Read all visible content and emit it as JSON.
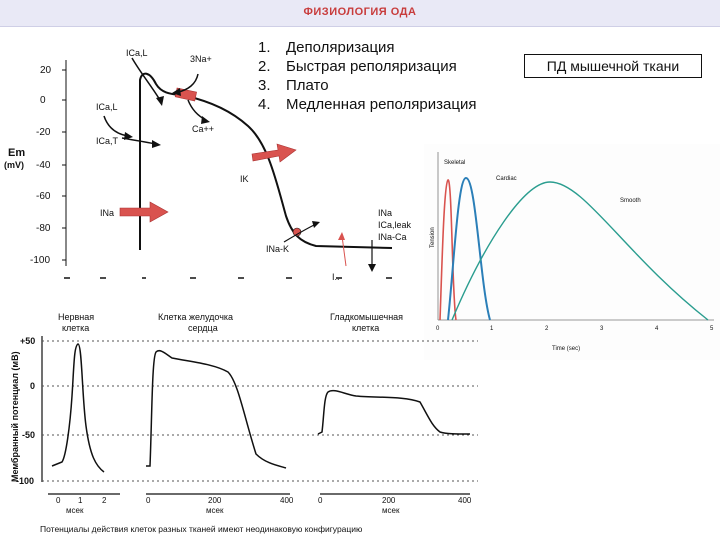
{
  "header": {
    "title": "ФИЗИОЛОГИЯ ОДА"
  },
  "phases": [
    {
      "num": "1.",
      "label": "Деполяризация"
    },
    {
      "num": "2.",
      "label": "Быстрая реполяризация"
    },
    {
      "num": "3.",
      "label": "Плато"
    },
    {
      "num": "4.",
      "label": "Медленная реполяризация"
    }
  ],
  "tag": "ПД мышечной ткани",
  "cardiac_ap": {
    "ylabel": "Em",
    "yunit": "(mV)",
    "yticks": [
      "20",
      "0",
      "-20",
      "-40",
      "-60",
      "-80",
      "-100"
    ],
    "currents": {
      "ica_l_top": "ICa,L",
      "na3": "3Na+",
      "ica_l_mid": "ICa,L",
      "ca": "Ca++",
      "ica_t": "ICa,T",
      "ik": "IK",
      "ina": "INa",
      "ina_k": "INa-K",
      "right_1": "INa",
      "right_2": "ICa,leak",
      "right_3": "INa-Ca",
      "bottom": "I.."
    }
  },
  "tension": {
    "ylabel": "Tension",
    "xlabel": "Time (sec)",
    "xticks": [
      "0",
      "1",
      "2",
      "3",
      "4",
      "5"
    ],
    "series": [
      {
        "name": "Skeletal",
        "color": "#d9534f"
      },
      {
        "name": "Cardiac",
        "color": "#2b7fb8"
      },
      {
        "name": "Smooth",
        "color": "#2a9d8f"
      }
    ]
  },
  "compare": {
    "ylabel": "Мембранный потенциал (мВ)",
    "yticks": [
      "+50",
      "0",
      "-50",
      "-100"
    ],
    "panels": [
      {
        "title1": "Нервная",
        "title2": "клетка",
        "ticks": [
          "0",
          "1",
          "2"
        ],
        "unit": "мсек"
      },
      {
        "title1": "Клетка желудочка",
        "title2": "сердца",
        "ticks": [
          "0",
          "200",
          "400"
        ],
        "unit": "мсек"
      },
      {
        "title1": "Гладкомышечная",
        "title2": "клетка",
        "ticks": [
          "0",
          "200",
          "400"
        ],
        "unit": "мсек"
      }
    ],
    "caption": "Потенциалы действия клеток разных тканей имеют неодинаковую конфигурацию"
  }
}
